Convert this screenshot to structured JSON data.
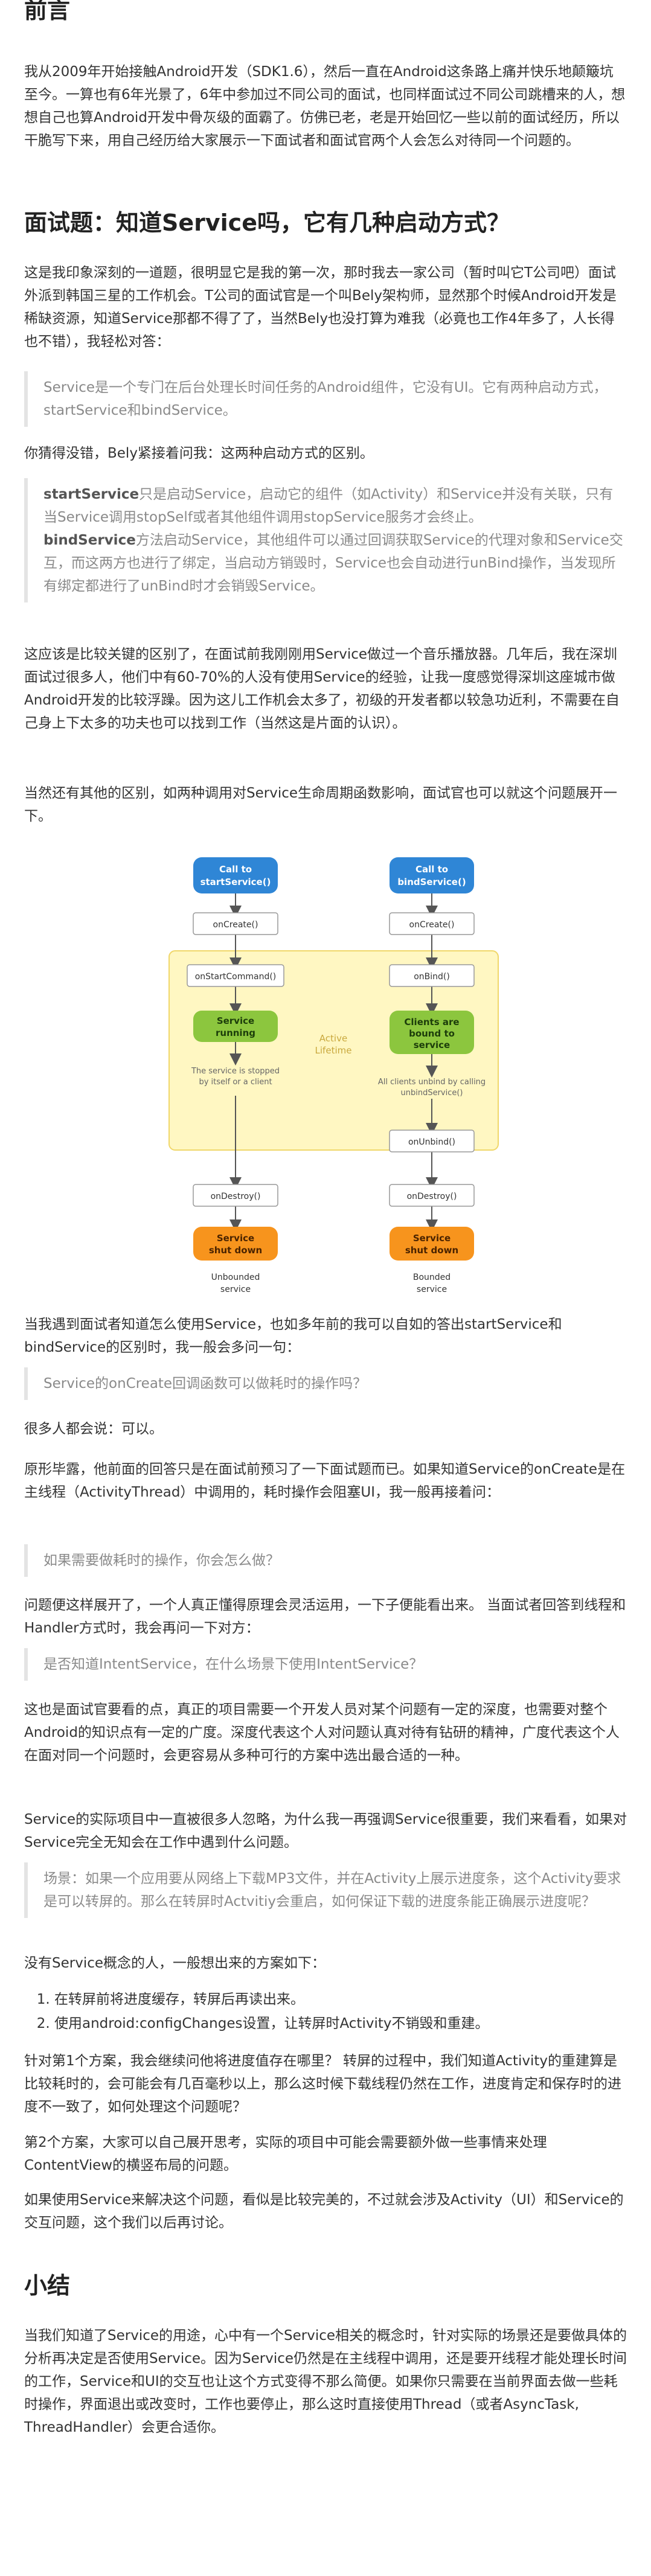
{
  "sections": {
    "preface_title": "前言",
    "preface_p": "我从2009年开始接触Android开发（SDK1.6），然后一直在Android这条路上痛并快乐地颠簸坑至今。一算也有6年光景了，6年中参加过不同公司的面试，也同样面试过不同公司跳槽来的人，想想自己也算Android开发中骨灰级的面霸了。仿佛已老，老是开始回忆一些以前的面试经历，所以干脆写下来，用自己经历给大家展示一下面试者和面试官两个人会怎么对待同一个问题的。",
    "q_title": "面试题：知道Service吗，它有几种启动方式？",
    "q_p1": "这是我印象深刻的一道题，很明显它是我的第一次，那时我去一家公司（暂时叫它T公司吧）面试外派到韩国三星的工作机会。T公司的面试官是一个叫Bely架构师，显然那个时候Android开发是稀缺资源，知道Service那都不得了了，当然Bely也没打算为难我（必竟也工作4年多了，人长得也不错），我轻松对答：",
    "q_quote1": "Service是一个专门在后台处理长时间任务的Android组件，它没有UI。它有两种启动方式，startService和bindService。",
    "q_p2": "你猜得没错，Bely紧接着问我：这两种启动方式的区别。",
    "q_quote2_a_bold": "startService",
    "q_quote2_a_text": "只是启动Service，启动它的组件（如Activity）和Service并没有关联，只有当Service调用stopSelf或者其他组件调用stopService服务才会终止。",
    "q_quote2_b_bold": "bindService",
    "q_quote2_b_text": "方法启动Service，其他组件可以通过回调获取Service的代理对象和Service交互，而这两方也进行了绑定，当启动方销毁时，Service也会自动进行unBind操作，当发现所有绑定都进行了unBind时才会销毁Service。",
    "q_p3": "这应该是比较关键的区别了，在面试前我刚刚用Service做过一个音乐播放器。几年后，我在深圳面试过很多人，他们中有60-70%的人没有使用Service的经验，让我一度感觉得深圳这座城市做Android开发的比较浮躁。因为这儿工作机会太多了，初级的开发者都以较急功近利，不需要在自己身上下太多的功夫也可以找到工作（当然这是片面的认识）。",
    "q_p4": "当然还有其他的区别，如两种调用对Service生命周期函数影响，面试官也可以就这个问题展开一下。",
    "q_p5": "当我遇到面试者知道怎么使用Service，也如多年前的我可以自如的答出startService和bindService的区别时，我一般会多问一句：",
    "q_quote3": "Service的onCreate回调函数可以做耗时的操作吗？",
    "q_p6": "很多人都会说：可以。",
    "q_p7": "原形毕露，他前面的回答只是在面试前预习了一下面试题而已。如果知道Service的onCreate是在主线程（ActivityThread）中调用的，耗时操作会阻塞UI，我一般再接着问：",
    "q_quote4": "如果需要做耗时的操作，你会怎么做？",
    "q_p8": "问题便这样展开了，一个人真正懂得原理会灵活运用，一下子便能看出来。 当面试者回答到线程和Handler方式时，我会再问一下对方：",
    "q_quote5": "是否知道IntentService，在什么场景下使用IntentService？",
    "q_p9": "这也是面试官要看的点，真正的项目需要一个开发人员对某个问题有一定的深度，也需要对整个Android的知识点有一定的广度。深度代表这个人对问题认真对待有钻研的精神，广度代表这个人在面对同一个问题时，会更容易从多种可行的方案中选出最合适的一种。",
    "q_p10": "Service的实际项目中一直被很多人忽略，为什么我一再强调Service很重要，我们来看看，如果对Service完全无知会在工作中遇到什么问题。",
    "q_quote6": "场景：如果一个应用要从网络上下载MP3文件，并在Activity上展示进度条，这个Activity要求是可以转屏的。那么在转屏时Actvitiy会重启，如何保证下载的进度条能正确展示进度呢？",
    "q_p11": "没有Service概念的人，一般想出来的方案如下：",
    "q_list": [
      "在转屏前将进度缓存，转屏后再读出来。",
      "使用android:configChanges设置，让转屏时Activity不销毁和重建。"
    ],
    "q_p12": "针对第1个方案，我会继续问他将进度值存在哪里？ 转屏的过程中，我们知道Activity的重建算是比较耗时的，会可能会有几百毫秒以上，那么这时候下载线程仍然在工作，进度肯定和保存时的进度不一致了，如何处理这个问题呢？",
    "q_p13": "第2个方案，大家可以自己展开思考，实际的项目中可能会需要额外做一些事情来处理ContentView的横竖布局的问题。",
    "q_p14": "如果使用Service来解决这个问题，看似是比较完美的，不过就会涉及Activity（UI）和Service的交互问题，这个我们以后再讨论。",
    "summary_title": "小结",
    "summary_p": "当我们知道了Service的用途，心中有一个Service相关的概念时，针对实际的场景还是要做具体的分析再决定是否使用Service。因为Service仍然是在主线程中调用，还是要开线程才能处理长时间的工作，Service和UI的交互也让这个方式变得不那么简便。如果你只需要在当前界面去做一些耗时操作，界面退出或改变时，工作也要停止，那么这时直接使用Thread（或者AsyncTask, ThreadHandler）会更合适你。"
  },
  "figure": {
    "left_top": "Call to startService()",
    "left_top_l1": "Call to",
    "left_top_l2": "startService()",
    "right_top_l1": "Call to",
    "right_top_l2": "bindService()",
    "left_oncreate": "onCreate()",
    "right_oncreate": "onCreate()",
    "left_onstart": "onStartCommand()",
    "right_onbind": "onBind()",
    "left_running_l1": "Service",
    "left_running_l2": "running",
    "right_bound_l1": "Clients are",
    "right_bound_l2": "bound to",
    "right_bound_l3": "service",
    "active_l1": "Active",
    "active_l2": "Lifetime",
    "left_note_l1": "The service is stopped",
    "left_note_l2": "by itself or a client",
    "right_note_l1": "All clients unbind by calling",
    "right_note_l2": "unbindService()",
    "right_onunbind": "onUnbind()",
    "left_ondestroy": "onDestroy()",
    "right_ondestroy": "onDestroy()",
    "left_shutdown_l1": "Service",
    "left_shutdown_l2": "shut down",
    "right_shutdown_l1": "Service",
    "right_shutdown_l2": "shut down",
    "left_caption_l1": "Unbounded",
    "left_caption_l2": "service",
    "right_caption_l1": "Bounded",
    "right_caption_l2": "service",
    "colors": {
      "blue": "#2f86d6",
      "green": "#8cc63e",
      "orange": "#f7941d",
      "yellow": "#fff7c2",
      "box": "#ffffff"
    }
  }
}
